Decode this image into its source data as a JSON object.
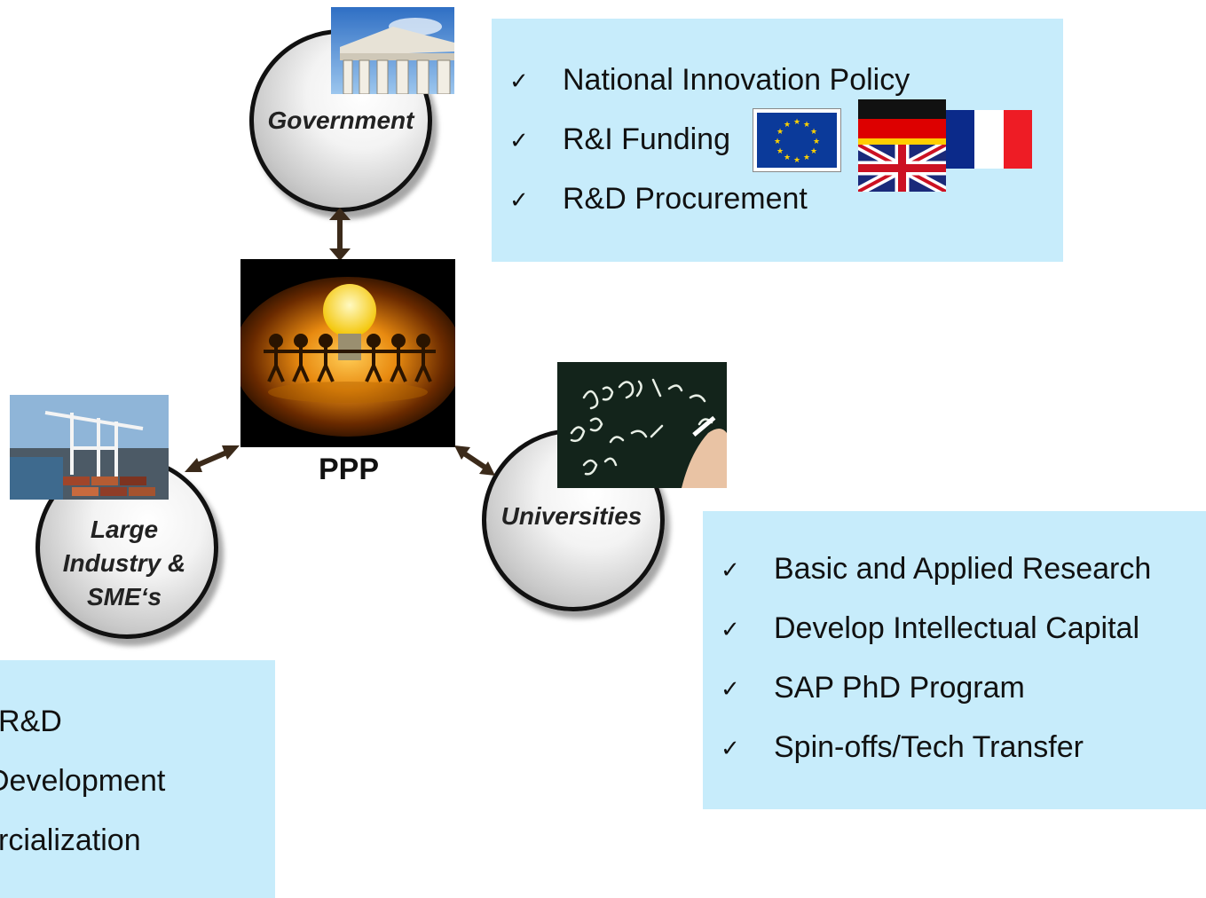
{
  "nodes": {
    "government": "Government",
    "universities": "Universities",
    "industry": [
      "Large",
      "Industry &",
      "SME‘s"
    ],
    "center": "PPP"
  },
  "government_box": {
    "items": [
      "National Innovation Policy",
      "R&I Funding",
      "R&D Procurement"
    ]
  },
  "universities_box": {
    "items": [
      "Basic and Applied Research",
      "Develop Intellectual Capital",
      "SAP PhD Program",
      "Spin-offs/Tech Transfer"
    ]
  },
  "industry_box": {
    "items": [
      "R&D",
      "Development",
      "rcialization"
    ]
  },
  "check_glyph": "✓",
  "colors": {
    "box_fill": "#c7ecfb",
    "arrow": "#3b2a1a"
  }
}
